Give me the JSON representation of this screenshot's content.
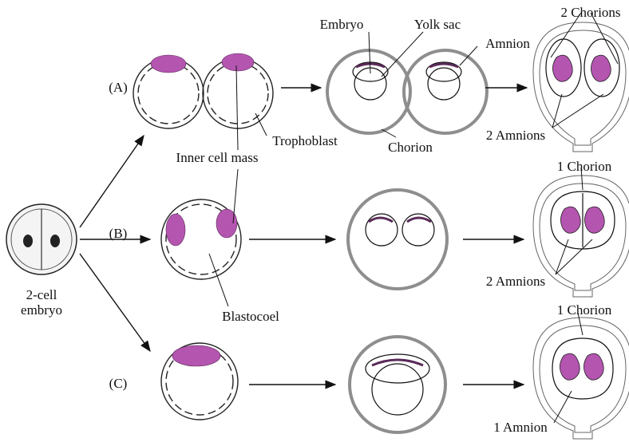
{
  "rows": {
    "a": "(A)",
    "b": "(B)",
    "c": "(C)"
  },
  "labels": {
    "two_cell_line1": "2-cell",
    "two_cell_line2": "embryo",
    "embryo": "Embryo",
    "yolk_sac": "Yolk sac",
    "amnion": "Amnion",
    "trophoblast": "Trophoblast",
    "inner_cell_mass": "Inner cell mass",
    "chorion": "Chorion",
    "blastocoel": "Blastocoel",
    "two_chorions": "2 Chorions",
    "two_amnions_a": "2 Amnions",
    "one_chorion_b": "1 Chorion",
    "two_amnions_b": "2 Amnions",
    "one_chorion_c": "1 Chorion",
    "one_amnion": "1 Amnion"
  },
  "colors": {
    "inner_cell_mass": "#b455b0",
    "chorion": "#8e8e8e",
    "outline": "#222222"
  }
}
